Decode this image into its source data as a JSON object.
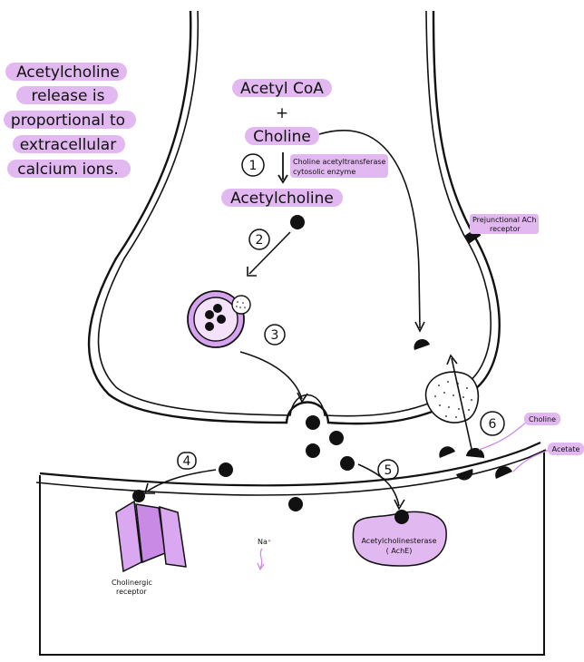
{
  "note": [
    "Acetylcholine",
    "release is",
    "proportional to",
    "extracellular",
    "calcium ions."
  ],
  "synthesis": {
    "acetyl_coa": "Acetyl CoA",
    "plus": "+",
    "choline": "Choline",
    "enzyme_line1": "Choline acetyltransferase",
    "enzyme_line2": "cytosolic enzyme",
    "product": "Acetylcholine"
  },
  "steps": [
    "1",
    "2",
    "3",
    "4",
    "5",
    "6"
  ],
  "labels": {
    "prejunctional_1": "Prejunctional ACh",
    "prejunctional_2": "receptor",
    "choline_small": "Choline",
    "acetate": "Acetate",
    "na": "Na⁺",
    "cholinergic_1": "Cholinergic",
    "cholinergic_2": "receptor",
    "ache_1": "Acetylcholinesterase",
    "ache_2": "( AchE)"
  },
  "colors": {
    "highlight": "#e2b8f0",
    "vesicle": "#c98ae6",
    "receptor": "#d9a8f0",
    "ink": "#111111"
  }
}
